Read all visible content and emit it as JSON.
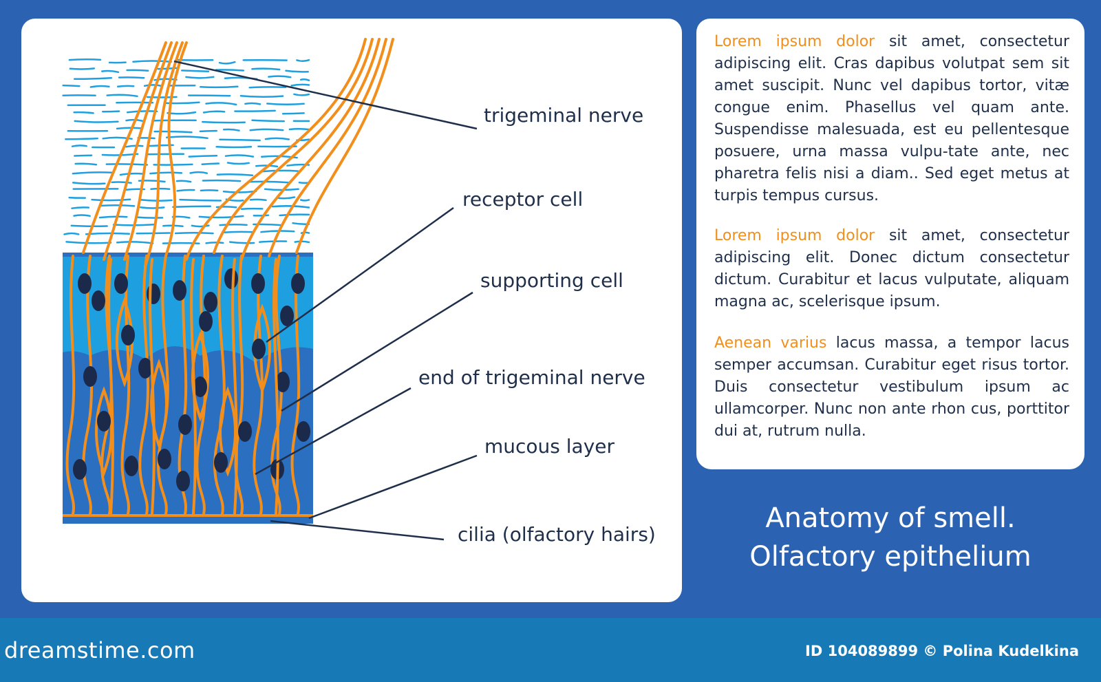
{
  "labels": {
    "trigeminal_nerve": "trigeminal nerve",
    "receptor_cell": "receptor cell",
    "supporting_cell": "supporting cell",
    "end_of_trigeminal_nerve": "end of trigeminal nerve",
    "mucous_layer": "mucous layer",
    "cilia": "cilia (olfactory hairs)"
  },
  "paragraphs": [
    {
      "accent": "Lorem ipsum dolor",
      "body": " sit amet, consectetur adipiscing elit. Cras dapibus volutpat sem sit amet suscipit. Nunc vel dapibus tortor, vitæ congue enim. Phasellus vel quam ante. Suspendisse malesuada, est eu pellentesque posuere, urna massa vulpu-tate ante, nec pharetra felis nisi a diam.. Sed eget metus at turpis tempus cursus."
    },
    {
      "accent": " Lorem ipsum dolor",
      "body": " sit amet, consectetur adipiscing elit. Donec dictum consectetur dictum. Curabitur et lacus vulputate, aliquam magna ac, scelerisque ipsum."
    },
    {
      "accent": "Aenean varius",
      "body": " lacus massa, a tempor lacus semper accumsan. Curabitur eget risus tortor. Duis consectetur vestibulum ipsum ac ullamcorper. Nunc non ante rhon cus, porttitor dui at, rutrum nulla."
    }
  ],
  "title": {
    "line1": "Anatomy of smell.",
    "line2": "Olfactory epithelium"
  },
  "footer": {
    "brand": "dreamstime.com",
    "credit": "ID 104089899 © Polina Kudelkina"
  },
  "colors": {
    "background": "#2b63b2",
    "panel": "#ffffff",
    "accent": "#f28f1c",
    "nerve": "#f28f1c",
    "tissue_light": "#1ea0e0",
    "tissue_dark": "#2a6fc0",
    "nucleus": "#1b2a4a",
    "text": "#1f2f4a",
    "footer": "#1779b6"
  }
}
